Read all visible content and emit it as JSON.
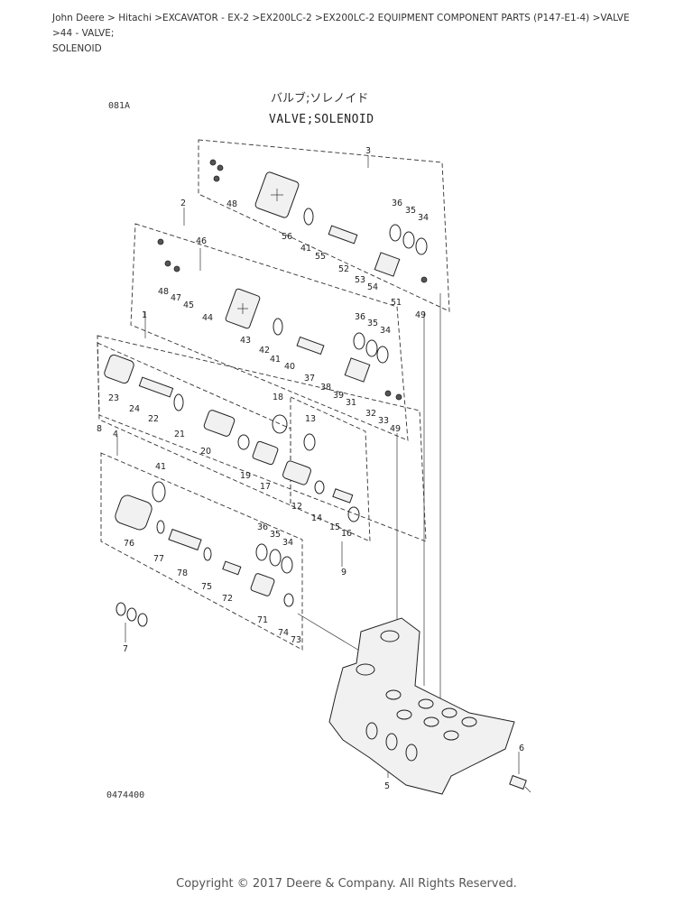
{
  "breadcrumb": {
    "line1": "John Deere > Hitachi >EXCAVATOR - EX-2 >EX200LC-2 >EX200LC-2 EQUIPMENT COMPONENT PARTS (P147-E1-4) >VALVE >44 - VALVE;",
    "line2": "SOLENOID"
  },
  "diagram": {
    "sheet_id": "081A",
    "title_jp": "バルブ;ソレノイド",
    "title_en": "VALVE;SOLENOID",
    "doc_number": "0474400",
    "callouts": [
      "3",
      "2",
      "46",
      "48",
      "36",
      "35",
      "34",
      "56",
      "41",
      "55",
      "52",
      "53",
      "54",
      "51",
      "49",
      "48",
      "47",
      "45",
      "44",
      "43",
      "42",
      "41",
      "40",
      "37",
      "38",
      "39",
      "31",
      "32",
      "33",
      "49",
      "36",
      "35",
      "34",
      "1",
      "23",
      "24",
      "22",
      "21",
      "20",
      "18",
      "13",
      "19",
      "17",
      "12",
      "14",
      "15",
      "16",
      "8",
      "4",
      "41",
      "76",
      "77",
      "78",
      "75",
      "72",
      "36",
      "35",
      "34",
      "71",
      "74",
      "73",
      "9",
      "7",
      "6",
      "5"
    ]
  },
  "footer": {
    "copyright": "Copyright © 2017 Deere & Company. All Rights Reserved."
  }
}
